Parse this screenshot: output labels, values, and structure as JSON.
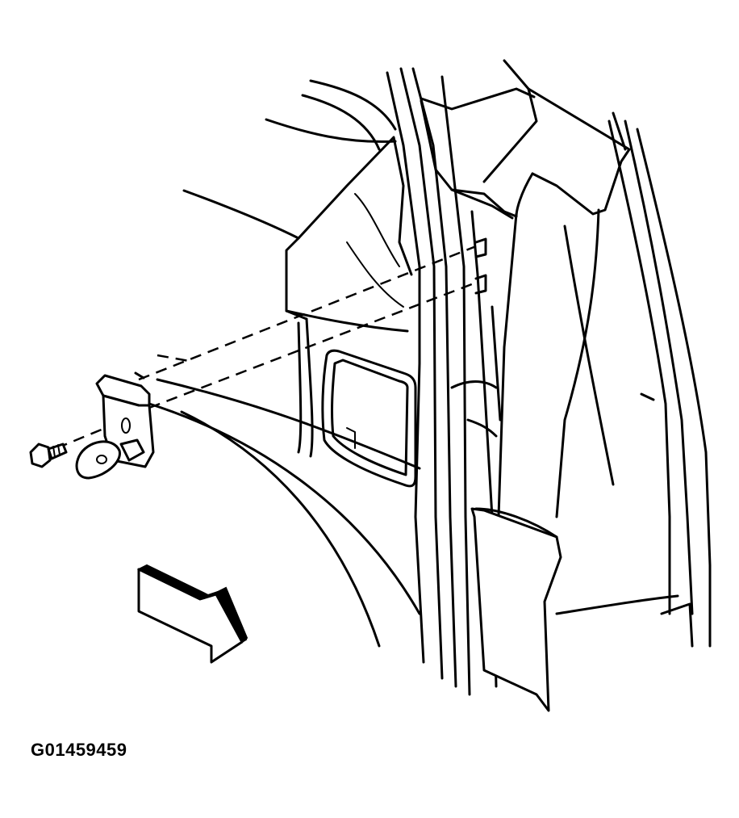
{
  "figure": {
    "id_label": "G01459459"
  },
  "icons": {
    "direction_arrow": "front-direction-arrow",
    "bolt": "bolt-icon",
    "bracket": "door-check-bracket"
  },
  "colors": {
    "ink": "#000000",
    "paper": "#ffffff"
  }
}
